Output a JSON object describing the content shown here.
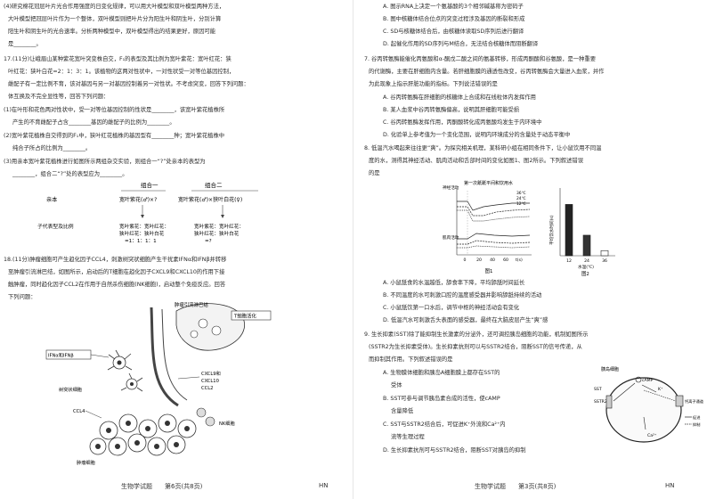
{
  "left_page": {
    "q16_part4": {
      "l1": "(4)研究棉花冠层叶片光合作用强度的日变化规律，可以用大叶模型和双叶模型两种方法，",
      "l2": "大叶模型把冠层叶片作为一个整体，双叶模型则把叶片分为阳生叶和阴生叶，分别计算",
      "l3": "阳生叶和阴生叶的光合速率。分析两种模型中，双叶模型得出的结果更好，原因可能",
      "l4": "是________。"
    },
    "q17": {
      "l1": "17.(11分)让峨眉山某种紫花宽叶突变株自交，F₁的表型及其比例为宽叶紫花：宽叶红花：狭",
      "l2": "叶红花：狭叶白花=2：1：3：1。该植物的这两对性状中，一对性状受一对等位基因控制，",
      "l3": "雌配子有一定比例不育，该对基因与另一对基因控制着另一对性状。不考虑突变，回答下列问题：",
      "l4": "体互换及不完全显性等，回答下列问题：",
      "s1a": "(1)在叶形和花色两对性状中，受一对等位基因控制的性状是________，该宽叶紫花植株所",
      "s1b": "产生的不育雌配子占含________基因的雌配子的比例为________。",
      "s2a": "(2)宽叶紫花植株自交得到的F₁中，狭叶红花植株的基因型有________种；宽叶紫花植株中",
      "s2b": "纯合子所占的比例为________。",
      "s3a": "(3)用亲本宽叶紫花植株进行如图所示两组杂交实验，则组合一“?”处亲本的表型为",
      "s3b": "________，组合二“?”处的表型应为________。",
      "cross": {
        "combo1": "组合一",
        "combo2": "组合二",
        "parent_label": "亲本",
        "p1": "宽叶紫花(♂)×?",
        "p2": "宽叶紫花(♂)×狭叶白花(♀)",
        "f1_label": "子代表型及比例",
        "r1a": "宽叶紫花：宽叶红花：",
        "r1b": "狭叶红花：狭叶白花",
        "r1c": "=1：1：1：1",
        "r2a": "宽叶紫花：宽叶红花：",
        "r2b": "狭叶红花：狭叶白花",
        "r2c": "=?"
      }
    },
    "q18": {
      "l1": "18.(11分)肿瘤细胞可产生趋化因子CCL4，刺激树突状细胞产生干扰素IFNα和IFNβ并转移",
      "l2": "至肿瘤引流淋巴结，如图所示，启动后的T细胞在趋化因子CXCL9和CXCL10的作用下接",
      "l3": "触肿瘤，同时趋化因子CCL2在作用于自然杀伤细胞(NK细胞)，启动整个免疫反应。回答",
      "l4": "下列问题：",
      "labels": {
        "lymph": "肿瘤引流淋巴结",
        "activated": "T细胞活化",
        "ifn": "IFNα和IFNβ",
        "dc": "树突状细胞",
        "cxcl9": "CXCL9和",
        "cxcl10": "CXCL10",
        "ccl2": "CCL2",
        "ccl4": "CCL4",
        "nk": "NK细胞",
        "tumor": "肿瘤细胞"
      }
    },
    "footer": {
      "subject": "生物学试题",
      "page": "第6页(共8页)",
      "code": "HN"
    }
  },
  "right_page": {
    "q6_opts": {
      "A": "A. 图示RNA上决定一个氨基酸的3个相邻碱基称为密码子",
      "B": "B. 图中核糖体结合位点的突变过程涉及基因的断裂和形成",
      "C": "C. SD与核糖体结合后，由核糖体读取SD序列后进行翻译",
      "D": "D. 起催化作用的SD序列与M结合，无法结合核糖体而阻断翻译"
    },
    "q7": {
      "l1": "7. 谷丙转氨酶能催化丙氨酸和α-酮戊二酸之间的氨基转移，形成丙酮酸和谷氨酸，是一种重要",
      "l2": "的代谢酶，主要在肝细胞内含量。若肝细胞膜的通透性改变，谷丙转氨酶会大量进入血浆，并作",
      "l3": "为此现象上指示肝脏功能的指标。下列说法错误的是",
      "A": "A. 谷丙转氨酶在肝细胞的核糖体上合成和在线粒体内发挥作用",
      "B": "B. 某人血浆中谷丙转氨酶偏高，说明其肝细胞可能受损",
      "C": "C. 谷丙转氨酶发挥作用，丙酮酸转化成丙氨酸均发生于内环境中",
      "D": "D. 化验单上参考值为一个变化范围，说明内环境成分的含量处于动态平衡中"
    },
    "q8": {
      "l1": "8. 低温汽水喝起来往往更“爽”。为探究相关机理，某科研小组在相同条件下，让小鼠饮用不同温",
      "l2": "度的水，测得其神经活动、肌肉活动和舌部时间的变化如图1、图2所示。下列叙述错误",
      "l3": "的是",
      "fig1_title": "第一次舐舐平间和饮用水",
      "fig1_ylabel": "神经活动",
      "fig1_ylabel2": "肌肉活动",
      "fig1_xlabel": "t(s)",
      "fig1_ticks": [
        "0",
        "20",
        "40",
        "60"
      ],
      "fig1_legend": [
        "36℃",
        "24℃",
        "12℃"
      ],
      "fig1_caption": "图1",
      "fig2_ylabel": "平均饮水时间(s)",
      "fig2_xlabel": "水温(℃)",
      "fig2_caption": "图2",
      "A": "A. 小鼠舐食的水温越低，舔食率下降，平均舔舐时间延长",
      "B": "B. 不同温度的水可刺激口腔的温度感受器并影响舔舐持续的活动",
      "C": "C. 小鼠舐饮第一口水后，调节中枢的神经活动会有变化",
      "D": "D. 低温汽水可刺激舌头表面的感受器，最终在大脑皮层产生“爽”感"
    },
    "q9": {
      "l1": "9. 生长抑素(SST)除了能抑制生长激素的分泌外，还可调控胰岛细胞的功能，机制如图所示",
      "l2": "(SSTR2为生长抑素受体)。生长抑素抗剂可以与SSTR2结合，阻断SST的信号传递，从",
      "l3": "而抑制其作用。下列叙述错误的是",
      "A1": "A. 生物膜体细胞和胰岛A细胞膜上都存在SST的",
      "A2": "受体",
      "B1": "B. SST可参与调节胰岛素合成的活性，使cAMP",
      "B2": "含量降低",
      "C1": "C. SST与SSTR2结合后，可促进K⁺外流和Ca²⁺内",
      "C2": "流等生理过程",
      "D": "D. 生长抑素抗剂可与SSTR2结合，阻断SST对胰岛的抑制",
      "diagram": {
        "title": "胰岛细胞",
        "sst": "SST",
        "sstr2": "SSTR2",
        "camp": "cAMP",
        "k": "K⁺",
        "ca": "Ca²⁺",
        "calcium": "钙离子通道",
        "key1": "促进",
        "key2": "抑制"
      }
    },
    "footer": {
      "subject": "生物学试题",
      "page": "第3页(共8页)",
      "code": "HN"
    }
  },
  "chart_data": {
    "type": "bar",
    "title": "",
    "xlabel": "水温(℃)",
    "ylabel": "平均饮水时间(s)",
    "categories": [
      "12",
      "24",
      "36"
    ],
    "values": [
      4.0,
      1.6,
      0.4
    ],
    "ylim": [
      0,
      5
    ]
  }
}
